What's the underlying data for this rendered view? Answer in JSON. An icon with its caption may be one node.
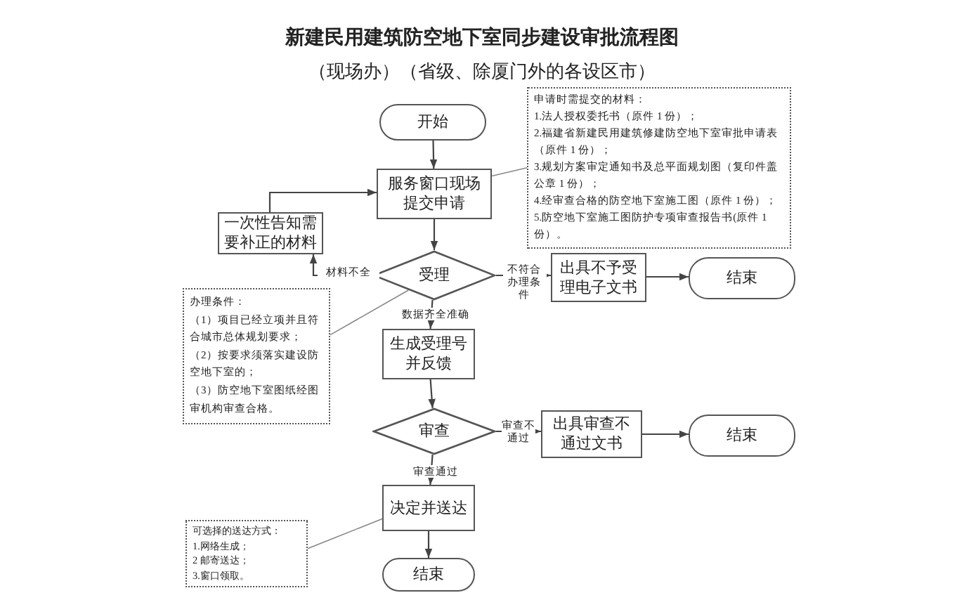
{
  "diagram": {
    "title": "新建民用建筑防空地下室同步建设审批流程图",
    "nodes": [
      {
        "text": [
          "开始"
        ]
      },
      {
        "text": [
          "服务窗口现场提交申请"
        ]
      },
      {
        "text": [
          "一次性告知需要补正的材料"
        ]
      },
      {
        "text": [
          "受理"
        ]
      },
      {
        "text": [
          "出具不予受理电子文书"
        ]
      },
      {
        "text": [
          "结束"
        ]
      },
      {
        "text": [
          "生成受理号并反馈"
        ]
      },
      {
        "text": [
          "审查"
        ]
      },
      {
        "text": [
          "出具审查不通过文书"
        ]
      },
      {
        "text": [
          "结束"
        ]
      },
      {
        "text": [
          "决定并送达"
        ]
      },
      {
        "text": [
          "结束"
        ]
      },
      {
        "text": [
          "申请时需提交的材料：",
          "1.法人授权委托书（原件 1 份）；",
          "2.福建省新建民用建筑修建防空地下室审批申请表（原件 1 份）；",
          "3.规划方案审定通知书及总平面规划图（复印件盖公章 1 份）；",
          "4.经审查合格的防空地下室施工图（原件 1 份）；",
          "5.防空地下室施工图防护专项审查报告书(原件 1 份）。"
        ]
      },
      {
        "text": [
          "办理条件：",
          "（1）项目已经立项并且符合城市总体规划要求；",
          "（2）按要求须落实建设防空地下室的；",
          "（3）防空地下室图纸经图审机构审查合格。"
        ]
      },
      {
        "text": [
          "可选择的送达方式：",
          "1.网络生成；",
          "2 邮寄送达；",
          "3.窗口领取。"
        ]
      }
    ],
    "edges": [
      {
        "from": 0,
        "to": 1,
        "arrow": "to"
      },
      {
        "from": 1,
        "to": 3,
        "arrow": "to"
      },
      {
        "from": 3,
        "to": 2,
        "arrow": "to",
        "label": "材料不全"
      },
      {
        "from": 2,
        "to": 1,
        "arrow": "to"
      },
      {
        "from": 3,
        "to": 4,
        "arrow": "to",
        "label": "不符合办理条件"
      },
      {
        "from": 4,
        "to": 5,
        "arrow": "to"
      },
      {
        "from": 3,
        "to": 6,
        "arrow": "to",
        "label": "数据齐全准确"
      },
      {
        "from": 6,
        "to": 7,
        "arrow": "to"
      },
      {
        "from": 7,
        "to": 8,
        "arrow": "to",
        "label": "审查不通过"
      },
      {
        "from": 8,
        "to": 9,
        "arrow": "to"
      },
      {
        "from": 7,
        "to": 10,
        "arrow": "to",
        "label": "审查通过"
      },
      {
        "from": 10,
        "to": 11,
        "arrow": "to"
      },
      {
        "from": 12,
        "to": 1,
        "arrow": "none"
      },
      {
        "from": 13,
        "to": 3,
        "arrow": "none"
      },
      {
        "from": 14,
        "to": 10,
        "arrow": "none"
      }
    ],
    "labels": [
      "（现场办）（省级、除厦门外的各设区市）"
    ]
  }
}
